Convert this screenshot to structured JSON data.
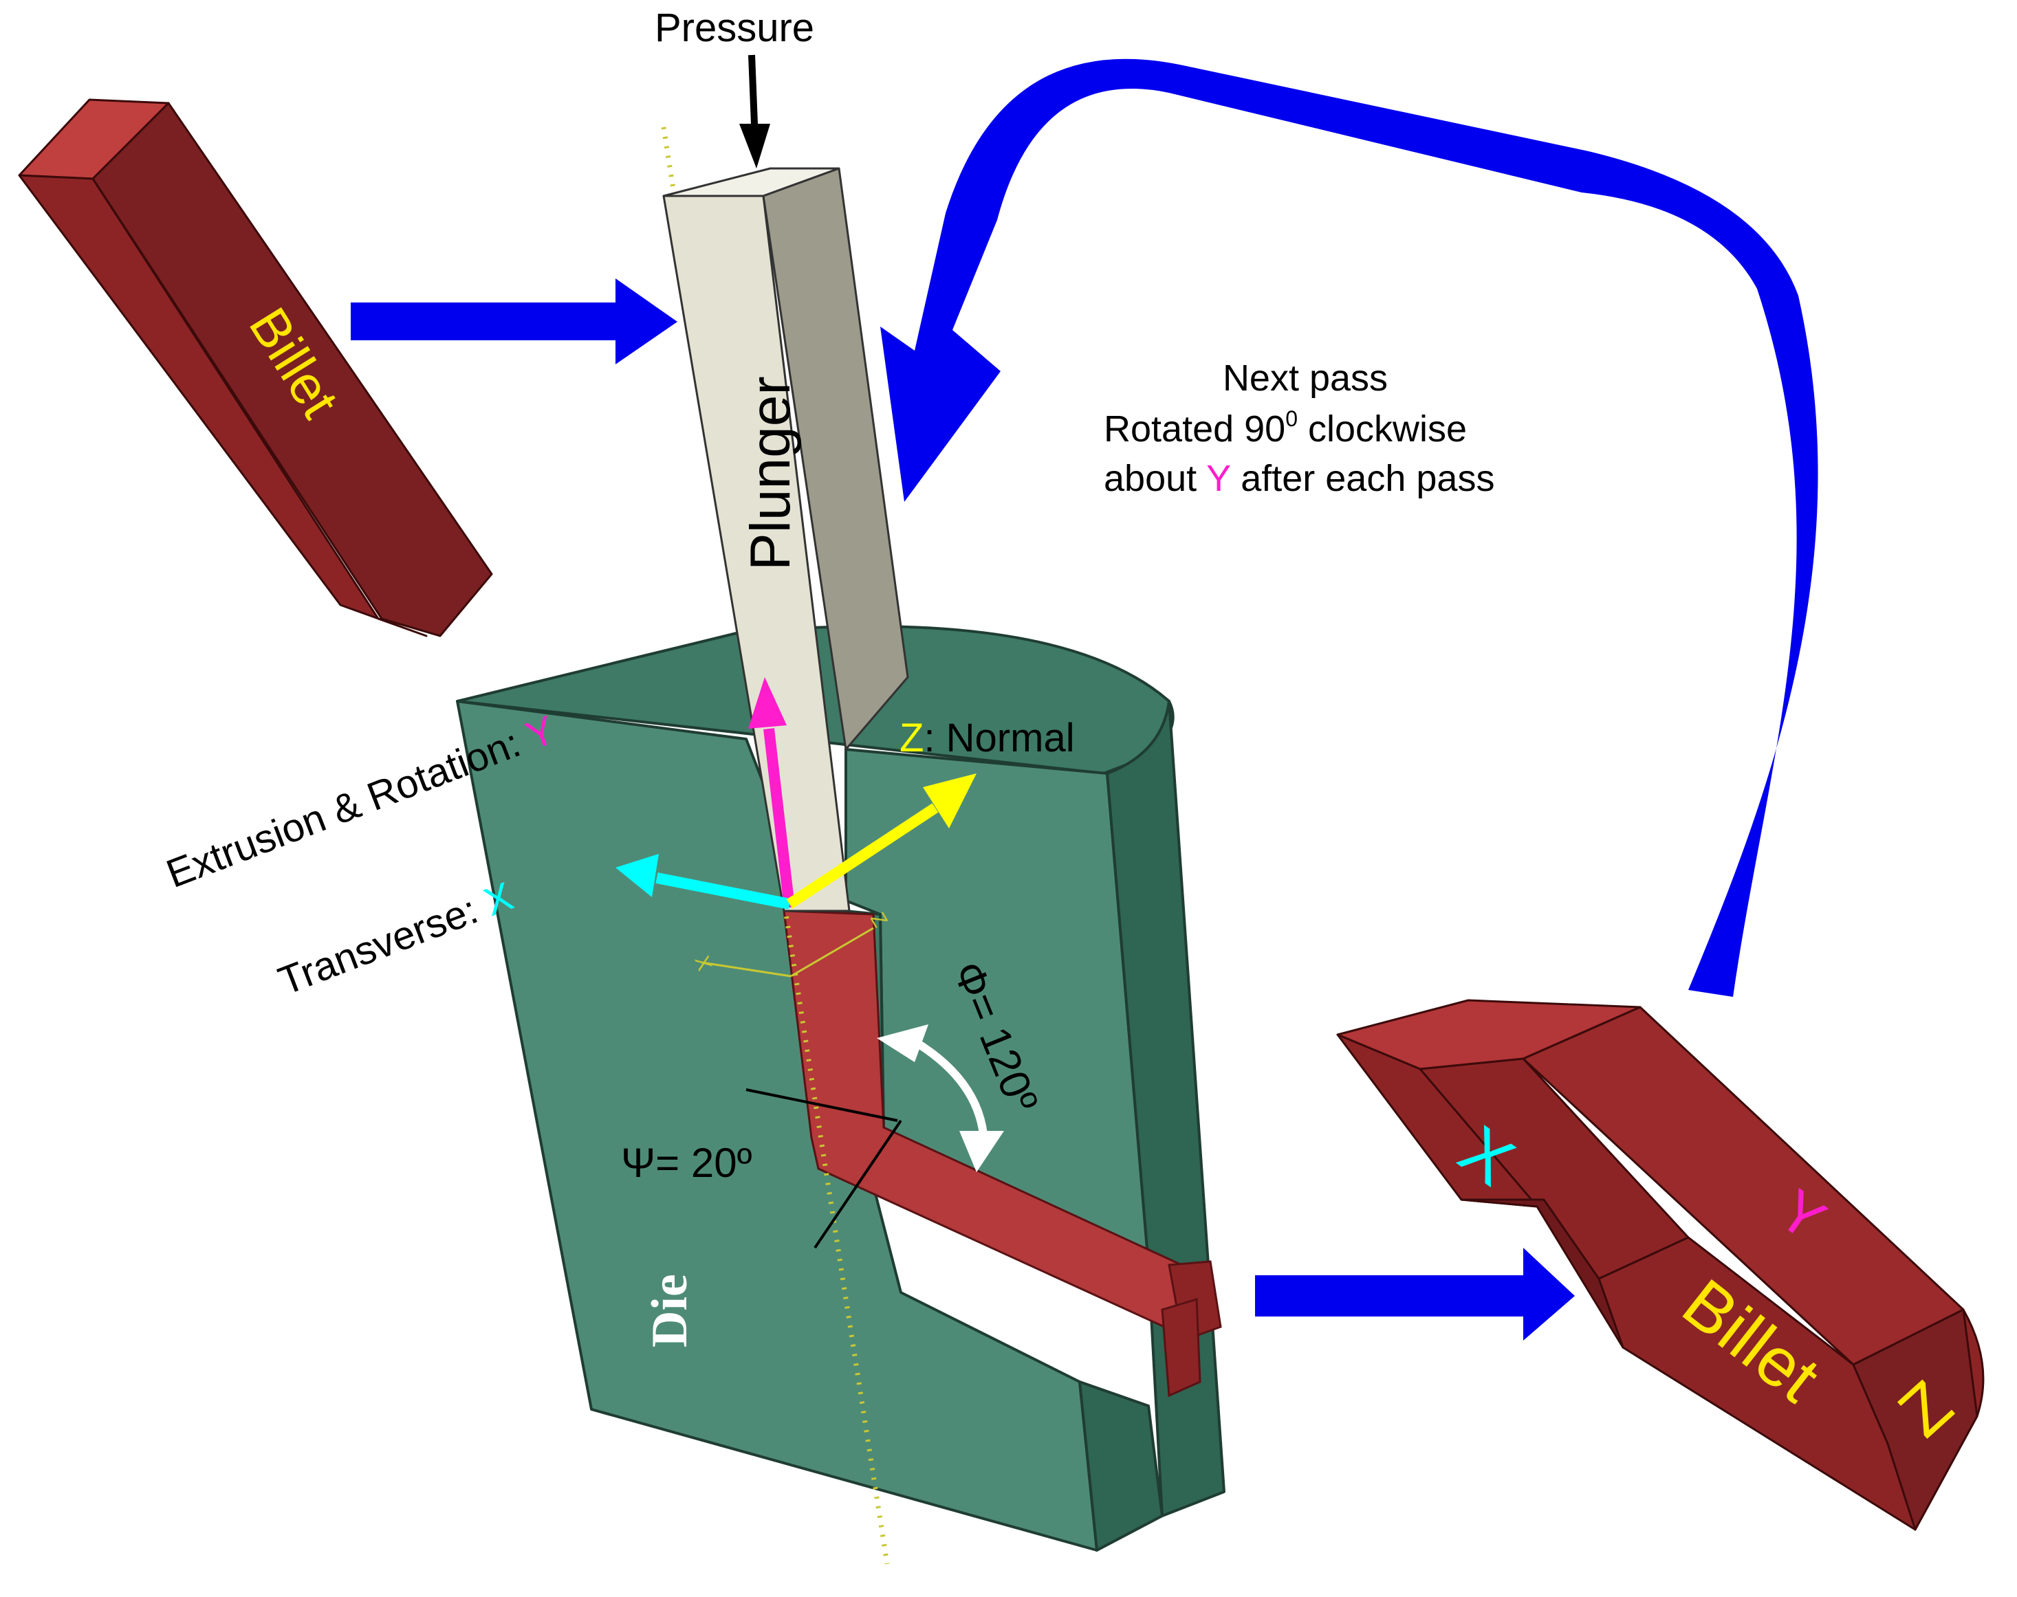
{
  "labels": {
    "pressure": "Pressure",
    "billet": "Billet",
    "plunger": "Plunger",
    "die": "Die",
    "next_pass": "Next pass",
    "rotated_prefix": "Rotated 90",
    "rotated_sup": "0",
    "rotated_suffix": " clockwise",
    "about_prefix": "about ",
    "about_axis": "Y",
    "about_suffix": " after each pass",
    "extrusion_prefix": "Extrusion & Rotation: ",
    "extrusion_axis": "Y",
    "transverse_prefix": "Transverse: ",
    "transverse_axis": "X",
    "normal_axis": "Z",
    "normal_suffix": ": Normal",
    "phi": "Φ= 120º",
    "psi": "Ψ= 20º",
    "billet_x": "X",
    "billet_y": "Y",
    "billet_z": "Z",
    "small_x": "X",
    "small_z": "Z"
  },
  "colors": {
    "arrow_blue": "#0000ee",
    "die_green": "#4e8b77",
    "die_dark": "#2f6553",
    "billet_red": "#8c2426",
    "plunger": "#e4e2d2",
    "axis_y": "#ff1dcc",
    "axis_x": "#00ffff",
    "axis_z": "#ffff00",
    "billet_text": "#ffe500"
  },
  "angles": {
    "phi_deg": 120,
    "psi_deg": 20
  }
}
